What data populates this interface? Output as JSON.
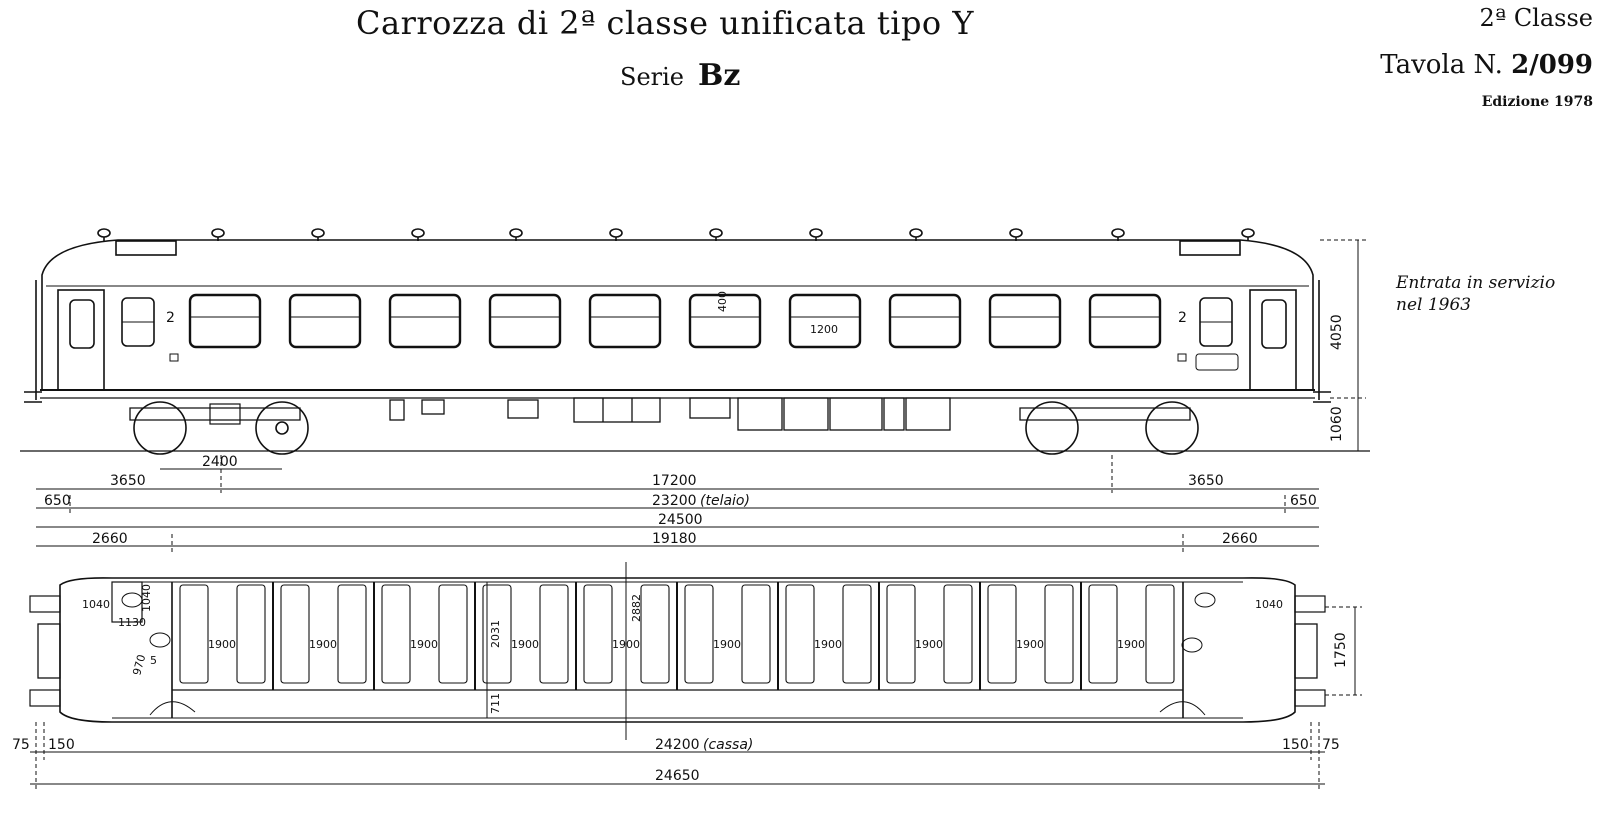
{
  "header": {
    "title": "Carrozza di 2ª classe unificata tipo Y",
    "serie_label": "Serie",
    "serie_value": "Bz",
    "class_label": "2ª Classe",
    "tavola_label": "Tavola N.",
    "tavola_value": "2/099",
    "edizione": "Edizione 1978"
  },
  "note": {
    "line1": "Entrata in servizio",
    "line2": "nel 1963"
  },
  "side_view": {
    "class_marks": [
      "2",
      "2"
    ],
    "window_height": "400",
    "window_width": "1200",
    "height_total": "4050",
    "floor_height": "1060",
    "bogie_wheelbase": "2400",
    "bogie_pivot_left": "3650",
    "bogie_centres": "17200",
    "bogie_pivot_right": "3650",
    "overhang_left": "650",
    "frame_length": "23200",
    "frame_label": "(telaio)",
    "overhang_right": "650",
    "buffer_length": "24500"
  },
  "plan_view": {
    "vestibule_left": "2660",
    "interior_length": "19180",
    "vestibule_right": "2660",
    "compartment_pitch": "1900",
    "compartments": 10,
    "door_left": "1040",
    "door_left_vertical": "1040",
    "toilet_width": "1130",
    "toilet_depth": "970",
    "toilet_extra": "5",
    "corridor_height": "2031",
    "compartment_depth": "2882",
    "corridor_width": "711",
    "door_right": "1040",
    "buffer_spacing": "1750",
    "end_left_a": "75",
    "end_left_b": "150",
    "body_length": "24200",
    "body_label": "(cassa)",
    "end_right_b": "150",
    "end_right_a": "75",
    "total_length": "24650"
  }
}
